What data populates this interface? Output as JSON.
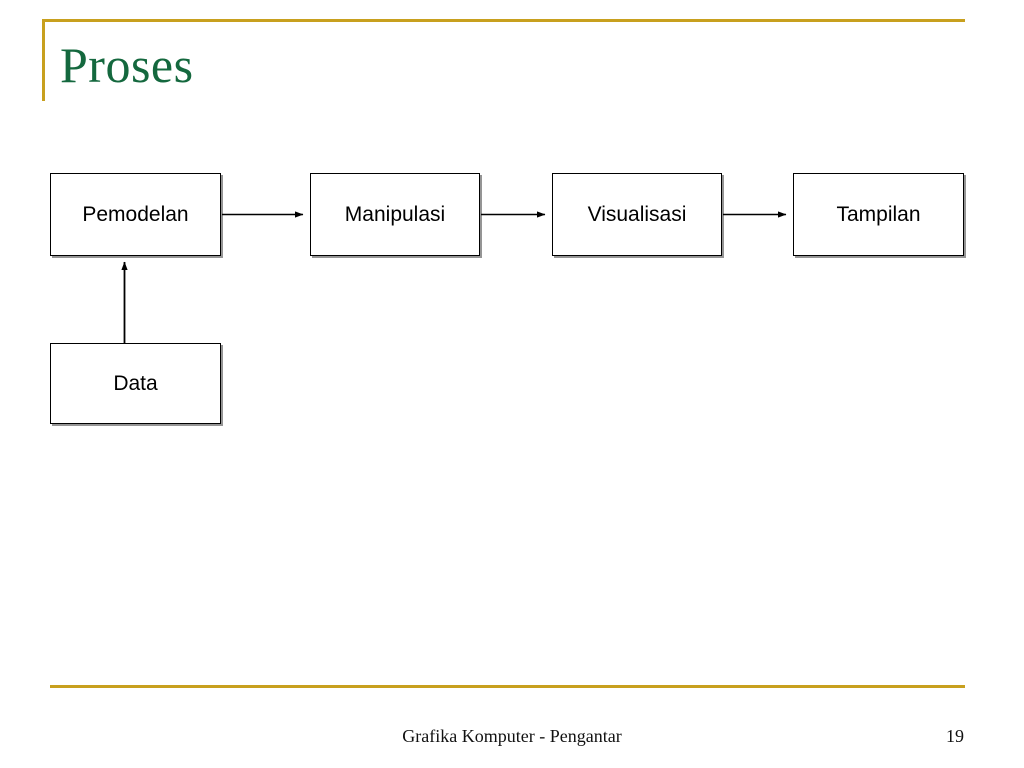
{
  "slide": {
    "title": "Proses",
    "title_color": "#14683e",
    "accent_color": "#c8a01e",
    "background_color": "#ffffff"
  },
  "diagram": {
    "type": "flowchart",
    "nodes": [
      {
        "id": "pemodelan",
        "label": "Pemodelan"
      },
      {
        "id": "manipulasi",
        "label": "Manipulasi"
      },
      {
        "id": "visualisasi",
        "label": "Visualisasi"
      },
      {
        "id": "tampilan",
        "label": "Tampilan"
      },
      {
        "id": "data",
        "label": "Data"
      }
    ],
    "edges": [
      {
        "from": "pemodelan",
        "to": "manipulasi",
        "direction": "right"
      },
      {
        "from": "manipulasi",
        "to": "visualisasi",
        "direction": "right"
      },
      {
        "from": "visualisasi",
        "to": "tampilan",
        "direction": "right"
      },
      {
        "from": "data",
        "to": "pemodelan",
        "direction": "up"
      }
    ]
  },
  "footer": {
    "text": "Grafika Komputer - Pengantar",
    "page_number": "19"
  }
}
